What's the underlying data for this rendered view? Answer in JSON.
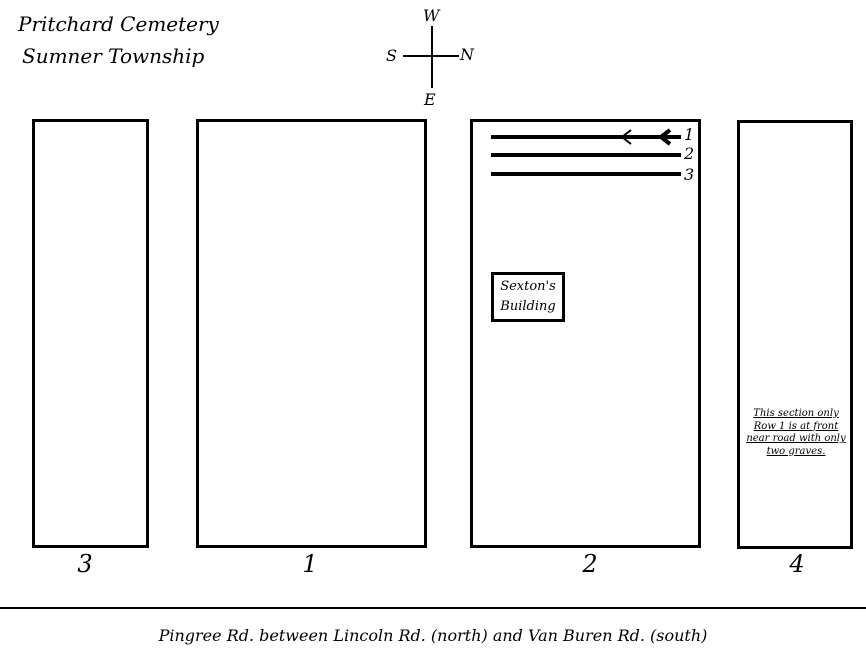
{
  "title": {
    "line1": "Pritchard Cemetery",
    "line2": "Sumner Township"
  },
  "compass": {
    "top": "W",
    "left": "S",
    "right": "N",
    "bottom": "E"
  },
  "sections": [
    {
      "label": "3"
    },
    {
      "label": "1"
    },
    {
      "label": "2"
    },
    {
      "label": "4"
    }
  ],
  "rows": [
    "1",
    "2",
    "3"
  ],
  "building": {
    "line1": "Sexton's",
    "line2": "Building"
  },
  "note": {
    "lines": [
      "This section only",
      "Row 1 is at front",
      "near road with only",
      "two graves."
    ]
  },
  "road": "Pingree Rd. between Lincoln Rd. (north) and Van Buren Rd. (south)"
}
